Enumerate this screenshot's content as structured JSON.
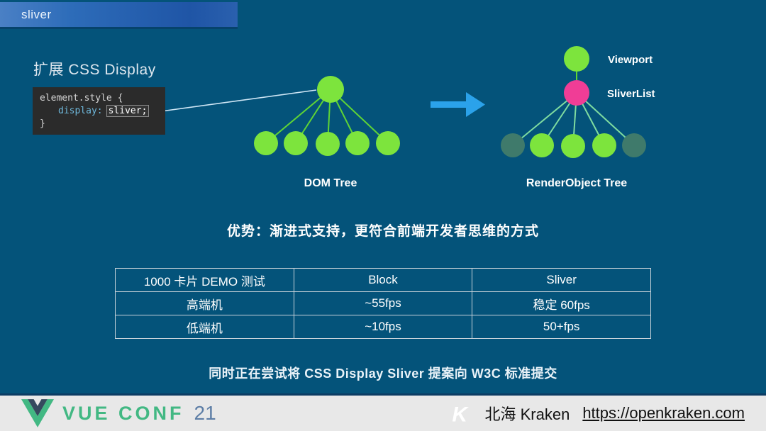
{
  "title_bar": {
    "title": "sliver"
  },
  "heading": "扩展 CSS Display",
  "code_block": {
    "line1": "element.style {",
    "property": "display:",
    "value": "sliver;",
    "line3": "}"
  },
  "dom_tree": {
    "label": "DOM Tree"
  },
  "render_tree": {
    "label": "RenderObject Tree",
    "node_labels": {
      "viewport": "Viewport",
      "sliver_list": "SliverList"
    }
  },
  "advantage_text": "优势：渐进式支持，更符合前端开发者思维的方式",
  "table": {
    "headers": [
      "1000 卡片 DEMO 测试",
      "Block",
      "Sliver"
    ],
    "rows": [
      [
        "高端机",
        "~55fps",
        "稳定 60fps"
      ],
      [
        "低端机",
        "~10fps",
        "50+fps"
      ]
    ]
  },
  "proposal_text": "同时正在尝试将 CSS Display Sliver 提案向 W3C 标准提交",
  "footer": {
    "vueconf_text": "VUE CONF",
    "vueconf_year": "21",
    "kraken_name": "北海 Kraken",
    "kraken_url": "https://openkraken.com"
  },
  "colors": {
    "slide_background": "#04537a",
    "title_bar_gradient_left": "#4a80c5",
    "title_bar_gradient_right": "#1f55a6",
    "code_background": "#2b2b2b",
    "code_property_blue": "#6fb9dd",
    "node_green": "#7de43d",
    "node_muted_green": "#3f7a6b",
    "node_pink": "#f03d96",
    "tree_line_green": "#5fd435",
    "render_line_green": "#7fdca0",
    "arrow_blue": "#2ba2ea",
    "table_border": "#c9d3da",
    "footer_background": "#e8e8e8",
    "vue_green": "#42b883",
    "vue_navy": "#35495e",
    "vue_year_slate": "#5d7ea6",
    "kraken_orange": "#f3701e",
    "kraken_yellow": "#ffc53d"
  }
}
